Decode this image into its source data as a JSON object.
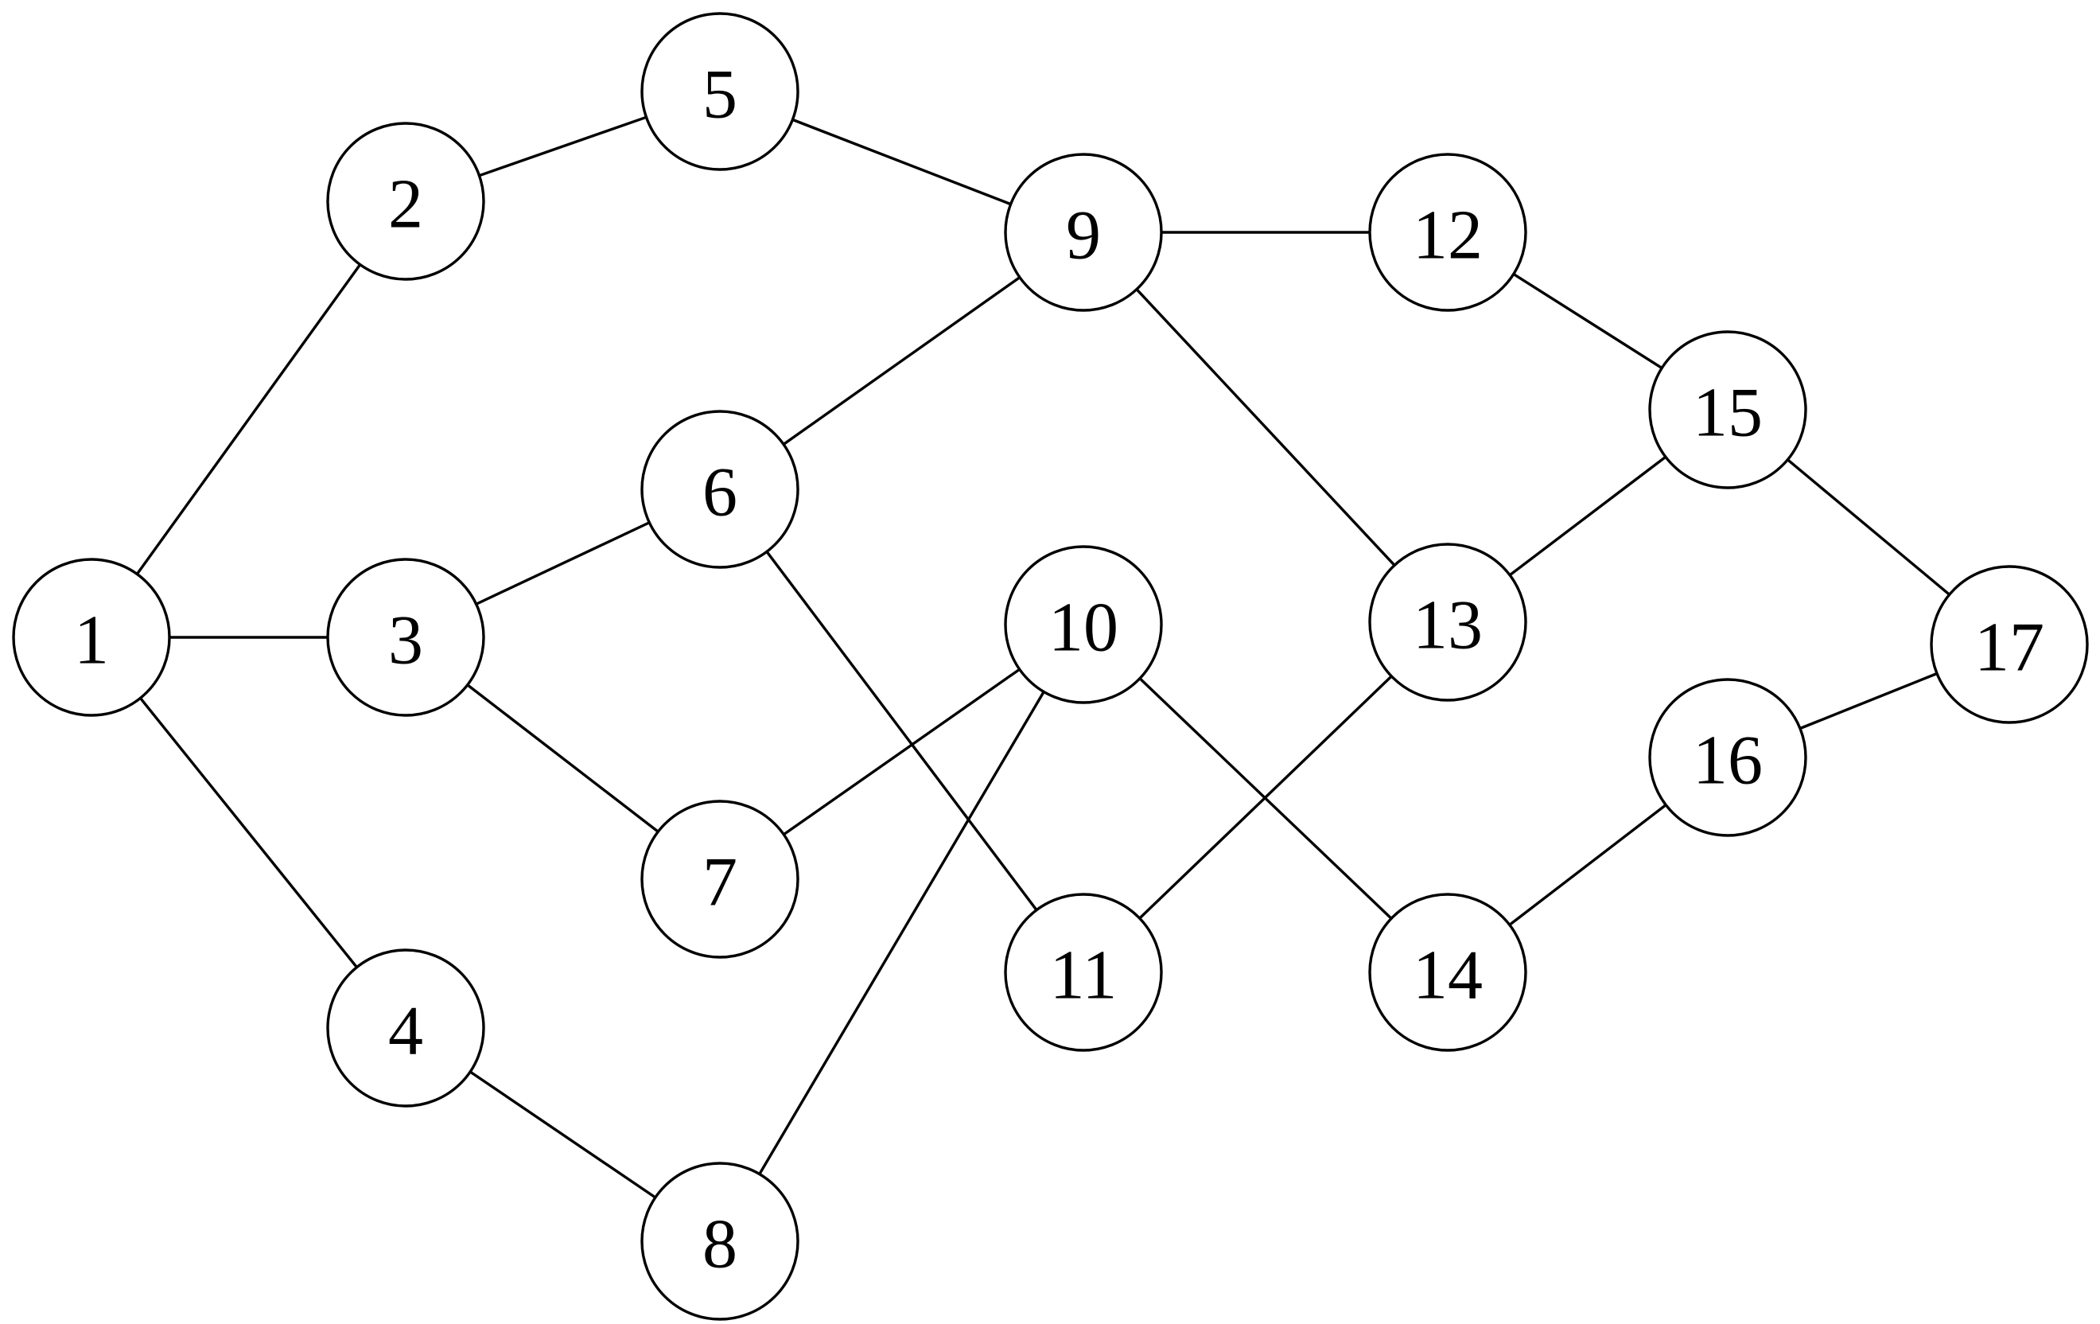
{
  "graph": {
    "nodes": [
      {
        "id": 1,
        "label": "1"
      },
      {
        "id": 2,
        "label": "2"
      },
      {
        "id": 3,
        "label": "3"
      },
      {
        "id": 4,
        "label": "4"
      },
      {
        "id": 5,
        "label": "5"
      },
      {
        "id": 6,
        "label": "6"
      },
      {
        "id": 7,
        "label": "7"
      },
      {
        "id": 8,
        "label": "8"
      },
      {
        "id": 9,
        "label": "9"
      },
      {
        "id": 10,
        "label": "10"
      },
      {
        "id": 11,
        "label": "11"
      },
      {
        "id": 12,
        "label": "12"
      },
      {
        "id": 13,
        "label": "13"
      },
      {
        "id": 14,
        "label": "14"
      },
      {
        "id": 15,
        "label": "15"
      },
      {
        "id": 16,
        "label": "16"
      },
      {
        "id": 17,
        "label": "17"
      }
    ],
    "edges": [
      [
        1,
        2
      ],
      [
        1,
        3
      ],
      [
        1,
        4
      ],
      [
        2,
        5
      ],
      [
        3,
        6
      ],
      [
        3,
        7
      ],
      [
        4,
        8
      ],
      [
        5,
        9
      ],
      [
        6,
        9
      ],
      [
        6,
        11
      ],
      [
        7,
        10
      ],
      [
        8,
        10
      ],
      [
        9,
        12
      ],
      [
        9,
        13
      ],
      [
        10,
        14
      ],
      [
        11,
        13
      ],
      [
        12,
        15
      ],
      [
        13,
        15
      ],
      [
        14,
        16
      ],
      [
        15,
        17
      ],
      [
        16,
        17
      ]
    ]
  }
}
